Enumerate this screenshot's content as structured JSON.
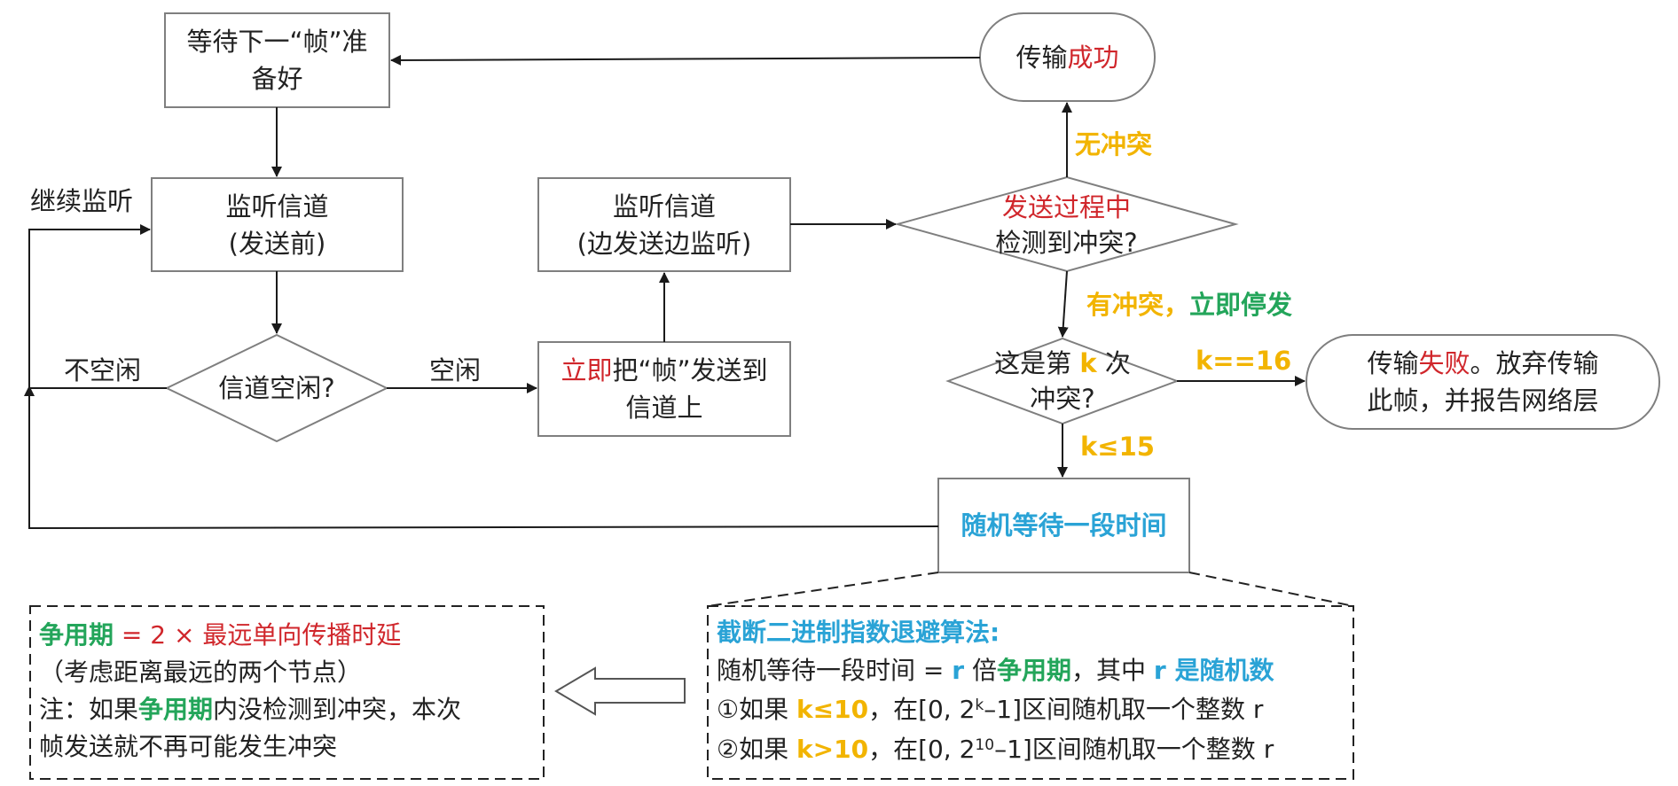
{
  "nodes": {
    "wait_next": {
      "line1": "等待下一“帧”准",
      "line2": "备好"
    },
    "listen_before": {
      "line1": "监听信道",
      "line2": "(发送前)"
    },
    "channel_idle": {
      "text": "信道空闲?"
    },
    "send_now": {
      "red": "立即",
      "rest1": "把“帧”发送到",
      "line2": "信道上"
    },
    "listen_during": {
      "line1": "监听信道",
      "line2": "(边发送边监听)"
    },
    "detect_collision": {
      "line1": "发送过程中",
      "line2": "检测到冲突?"
    },
    "success": {
      "pre": "传输",
      "red": "成功"
    },
    "kth_collision": {
      "pre": "这是第 ",
      "k": "k",
      "post": " 次",
      "line2": "冲突?"
    },
    "fail": {
      "pre": "传输",
      "red": "失败",
      "post": "。放弃传输",
      "line2": "此帧，并报告网络层"
    },
    "random_wait": {
      "text": "随机等待一段时间"
    }
  },
  "edge_labels": {
    "continue_listen": "继续监听",
    "not_idle": "不空闲",
    "idle": "空闲",
    "no_collision": "无冲突",
    "has_collision": "有冲突，",
    "stop_now": "立即停发",
    "k16": "k==16",
    "k15": "k≤15"
  },
  "left_note": {
    "term": "争用期",
    "formula": " = 2 × 最远单向传播时延",
    "line2": "（考虑距离最远的两个节点）",
    "line3_pre": "注：如果",
    "line3_term": "争用期",
    "line3_post": "内没检测到冲突，本次",
    "line4": "帧发送就不再可能发生冲突"
  },
  "right_note": {
    "title": "截断二进制指数退避算法:",
    "l2_pre": "随机等待一段时间 = ",
    "l2_r": "r",
    "l2_mid": " 倍",
    "l2_term": "争用期",
    "l2_mid2": "，其中 ",
    "l2_r2": "r",
    "l2_post": " 是随机数",
    "l3_pre": "①如果 ",
    "l3_cond": "k≤10",
    "l3_mid": "，在[0, 2",
    "l3_sup": "k",
    "l3_post": "–1]区间随机取一个整数 r",
    "l4_pre": "②如果 ",
    "l4_cond": "k>10",
    "l4_mid": "，在[0, 2",
    "l4_sup": "10",
    "l4_post": "–1]区间随机取一个整数 r"
  },
  "colors": {
    "red": "#d0262b",
    "orange": "#f2b400",
    "green": "#23a55a",
    "cyan": "#2aa3d6",
    "stroke": "#7f7f7f",
    "arrow": "#1a1a1a"
  }
}
